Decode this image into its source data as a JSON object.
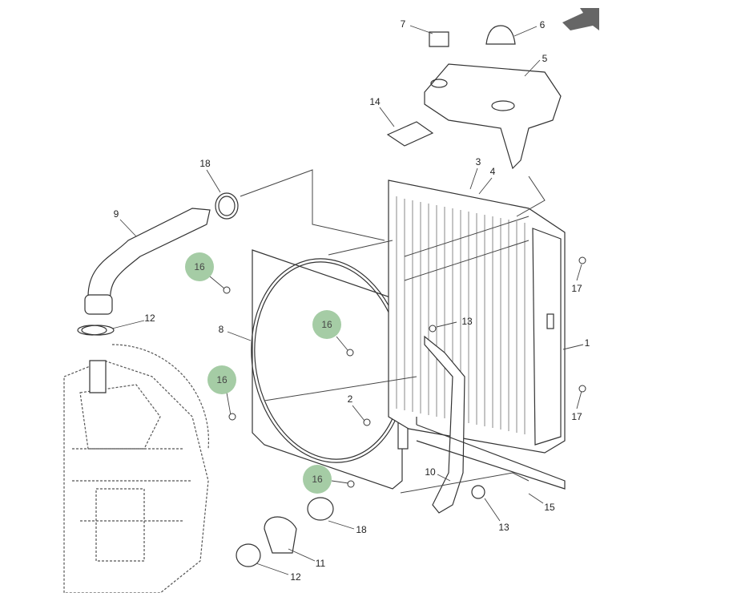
{
  "diagram": {
    "title": "Radiator and cooling system parts diagram",
    "highlight_color": "#9cc79c",
    "callouts": [
      {
        "id": "c7",
        "label": "7",
        "highlighted": false
      },
      {
        "id": "c6",
        "label": "6",
        "highlighted": false
      },
      {
        "id": "c5",
        "label": "5",
        "highlighted": false
      },
      {
        "id": "c14",
        "label": "14",
        "highlighted": false
      },
      {
        "id": "c3",
        "label": "3",
        "highlighted": false
      },
      {
        "id": "c4",
        "label": "4",
        "highlighted": false
      },
      {
        "id": "c18a",
        "label": "18",
        "highlighted": false
      },
      {
        "id": "c9",
        "label": "9",
        "highlighted": false
      },
      {
        "id": "c16a",
        "label": "16",
        "highlighted": true
      },
      {
        "id": "c12a",
        "label": "12",
        "highlighted": false
      },
      {
        "id": "c8",
        "label": "8",
        "highlighted": false
      },
      {
        "id": "c16b",
        "label": "16",
        "highlighted": true
      },
      {
        "id": "c13a",
        "label": "13",
        "highlighted": false
      },
      {
        "id": "c1",
        "label": "1",
        "highlighted": false
      },
      {
        "id": "c17a",
        "label": "17",
        "highlighted": false
      },
      {
        "id": "c16c",
        "label": "16",
        "highlighted": true
      },
      {
        "id": "c17b",
        "label": "17",
        "highlighted": false
      },
      {
        "id": "c2",
        "label": "2",
        "highlighted": false
      },
      {
        "id": "c16d",
        "label": "16",
        "highlighted": true
      },
      {
        "id": "c10",
        "label": "10",
        "highlighted": false
      },
      {
        "id": "c15",
        "label": "15",
        "highlighted": false
      },
      {
        "id": "c13b",
        "label": "13",
        "highlighted": false
      },
      {
        "id": "c18b",
        "label": "18",
        "highlighted": false
      },
      {
        "id": "c11",
        "label": "11",
        "highlighted": false
      },
      {
        "id": "c12b",
        "label": "12",
        "highlighted": false
      }
    ]
  }
}
